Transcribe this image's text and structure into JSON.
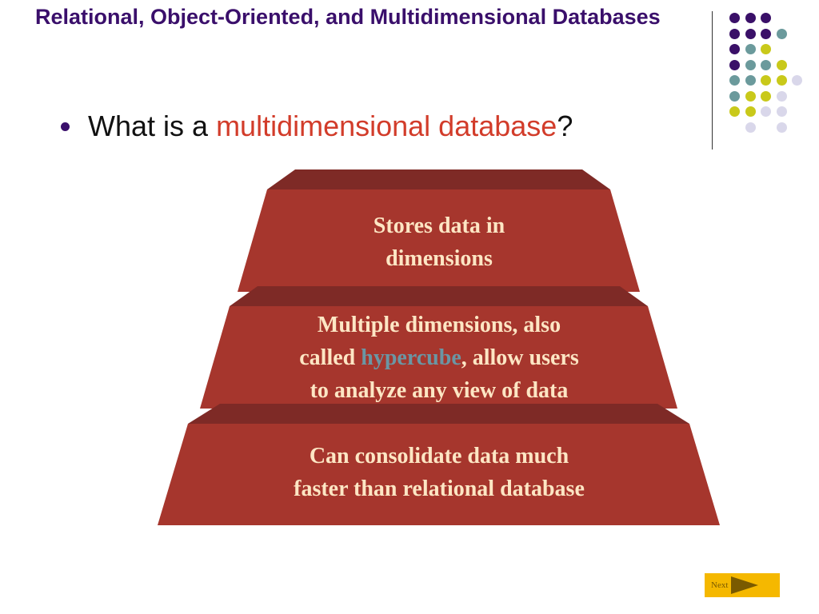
{
  "slide": {
    "title": "Relational, Object-Oriented, and Multidimensional Databases",
    "bullet": {
      "prefix": "What is a ",
      "highlight": "multidimensional database",
      "suffix": "?"
    }
  },
  "pyramid": {
    "tiers": [
      {
        "line1": "Stores data in",
        "line2": "dimensions"
      },
      {
        "line1": "Multiple dimensions, also",
        "line2_pre": "called ",
        "line2_term": "hypercube",
        "line2_post": ", allow users",
        "line3": "to analyze any view of data"
      },
      {
        "line1": "Can consolidate data much",
        "line2": "faster than relational database"
      }
    ],
    "colors": {
      "face": "#a6362d",
      "top": "#7e2a26",
      "text": "#fde6c4",
      "term": "#6a96a4"
    }
  },
  "nav": {
    "next_label": "Next"
  },
  "colors": {
    "title": "#3a0f6b",
    "accent": "#d23c2a",
    "purple": "#3a1068",
    "teal": "#6b9a9c",
    "lime": "#c9c91a",
    "lavender": "#d9d7ea",
    "next_bg": "#f5b800"
  },
  "icons": {
    "bullet": "filled-circle",
    "next": "right-arrow"
  }
}
